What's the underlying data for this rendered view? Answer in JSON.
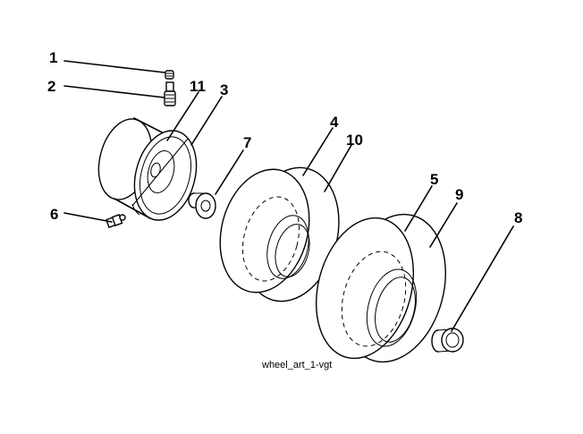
{
  "diagram": {
    "callouts": [
      {
        "id": "c1",
        "label": "1"
      },
      {
        "id": "c2",
        "label": "2"
      },
      {
        "id": "c11",
        "label": "11"
      },
      {
        "id": "c3",
        "label": "3"
      },
      {
        "id": "c7",
        "label": "7"
      },
      {
        "id": "c4",
        "label": "4"
      },
      {
        "id": "c10",
        "label": "10"
      },
      {
        "id": "c5",
        "label": "5"
      },
      {
        "id": "c9",
        "label": "9"
      },
      {
        "id": "c8",
        "label": "8"
      },
      {
        "id": "c6",
        "label": "6"
      }
    ],
    "caption": "wheel_art_1-vgt"
  }
}
